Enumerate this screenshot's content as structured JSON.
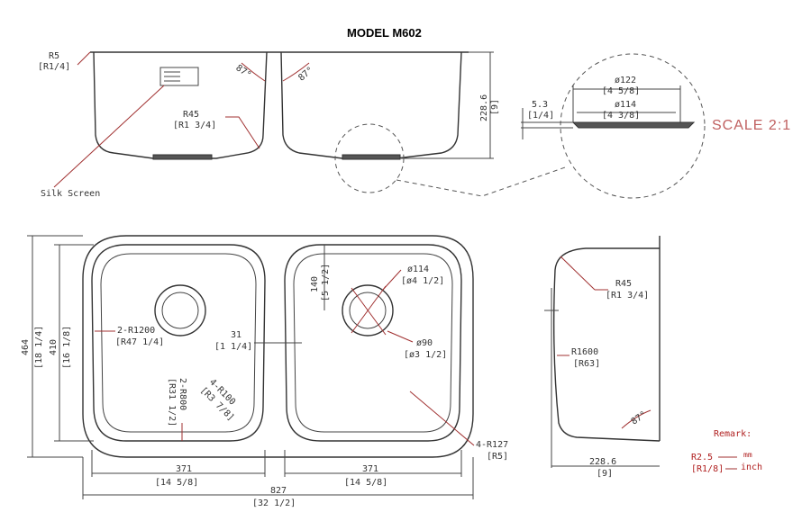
{
  "title": "MODEL M602",
  "scale_note": "SCALE 2:1",
  "top_view": {
    "r5": "R5",
    "r5_in": "[R1/4]",
    "angle_left": "87°",
    "angle_right": "87°",
    "r45": "R45",
    "r45_in": "[R1 3/4]",
    "depth": "228.6",
    "depth_in": "[9]",
    "silk_screen": "Silk Screen"
  },
  "detail": {
    "d122": "ø122",
    "d122_in": "[4 5/8]",
    "d114": "ø114",
    "d114_in": "[4 3/8]",
    "t53": "5.3",
    "t53_in": "[1/4]"
  },
  "plan_view": {
    "h464": "464",
    "h464_in": "[18 1/4]",
    "h410": "410",
    "h410_in": "[16 1/8]",
    "r1200": "2-R1200",
    "r1200_in": "[R47 1/4]",
    "gap31": "31",
    "gap31_in": "[1 1/4]",
    "r800": "2-R800",
    "r800_in": "[R31 1/2]",
    "r100": "4-R100",
    "r100_in": "[R3 7/8]",
    "c140": "140",
    "c140_in": "[5 1/2]",
    "d114": "ø114",
    "d114_in": "[ø4 1/2]",
    "d90": "ø90",
    "d90_in": "[ø3 1/2]",
    "r127": "4-R127",
    "r127_in": "[R5]",
    "w371a": "371",
    "w371a_in": "[14 5/8]",
    "w371b": "371",
    "w371b_in": "[14 5/8]",
    "w827": "827",
    "w827_in": "[32 1/2]"
  },
  "side_view": {
    "r45": "R45",
    "r45_in": "[R1 3/4]",
    "r1600": "R1600",
    "r1600_in": "[R63]",
    "angle": "87°",
    "depth": "228.6",
    "depth_in": "[9]"
  },
  "remark": {
    "title": "Remark:",
    "r25": "R2.5",
    "r18": "[R1/8]",
    "mm": "mm",
    "inch": "inch"
  },
  "colors": {
    "leader": "#a03030",
    "scale": "#c06060",
    "remark": "#b02020"
  }
}
